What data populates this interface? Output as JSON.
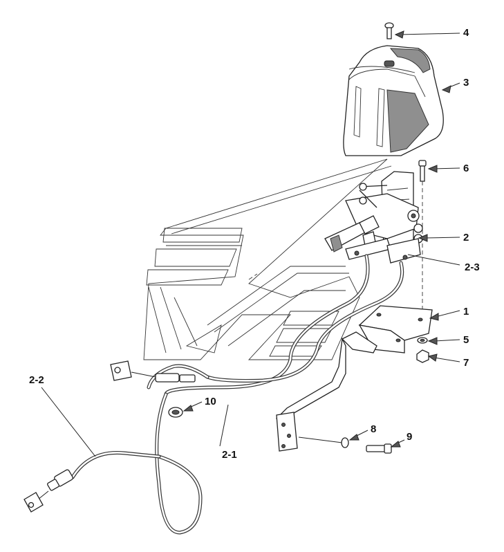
{
  "callouts": {
    "c1": "1",
    "c2": "2",
    "c2_1": "2-1",
    "c2_2": "2-2",
    "c2_3": "2-3",
    "c3": "3",
    "c4": "4",
    "c5": "5",
    "c6": "6",
    "c7": "7",
    "c8": "8",
    "c9": "9",
    "c10": "10"
  }
}
